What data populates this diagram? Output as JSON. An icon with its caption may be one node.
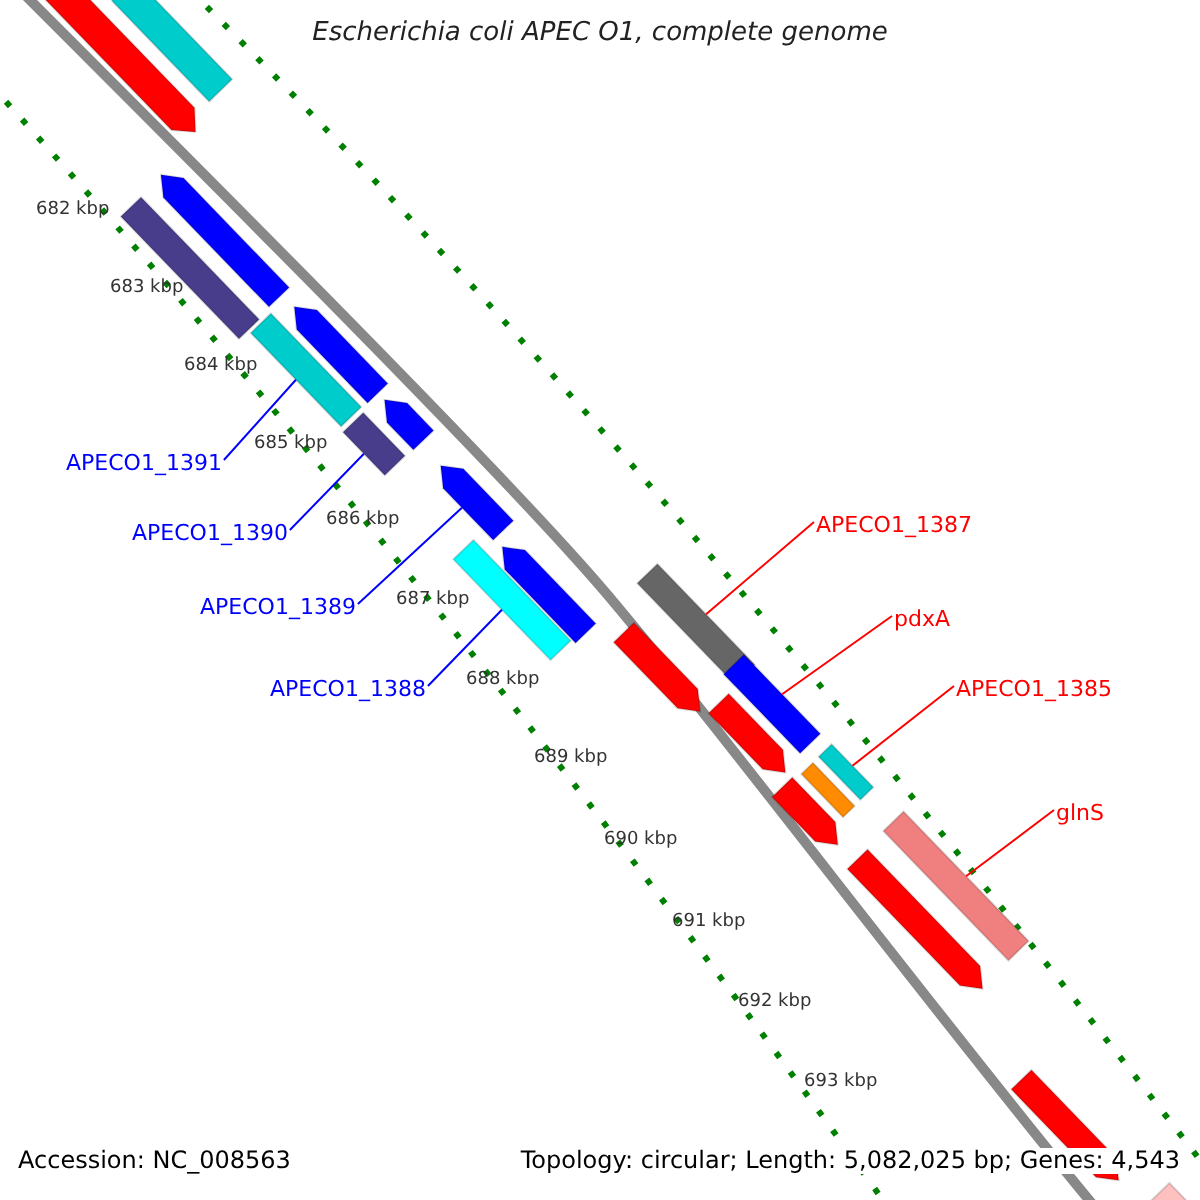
{
  "diagram": {
    "title": "Escherichia coli APEC O1, complete genome",
    "nodes": [
      {
        "text": [
          "APECO1_1391"
        ]
      },
      {
        "text": [
          "APECO1_1390"
        ]
      },
      {
        "text": [
          "APECO1_1389"
        ]
      },
      {
        "text": [
          "APECO1_1388"
        ]
      },
      {
        "text": [
          "APECO1_1387"
        ]
      },
      {
        "text": [
          "pdxA"
        ]
      },
      {
        "text": [
          "APECO1_1385"
        ]
      },
      {
        "text": [
          "glnS"
        ]
      },
      {
        "text": [],
        "shape": "bar"
      },
      {
        "text": [],
        "shape": "bar"
      },
      {
        "text": [],
        "shape": "bar"
      },
      {
        "text": [],
        "shape": "bar"
      },
      {
        "text": [],
        "shape": "bar"
      },
      {
        "text": [],
        "shape": "bar"
      },
      {
        "text": [],
        "shape": "bar"
      },
      {
        "text": [],
        "shape": "bar"
      },
      {
        "text": [],
        "shape": "bar"
      },
      {
        "text": [],
        "shape": "bar"
      },
      {
        "text": [],
        "shape": "bar"
      },
      {
        "text": [],
        "shape": "bar"
      },
      {
        "text": [],
        "shape": "bar"
      },
      {
        "text": [],
        "shape": "bar"
      },
      {
        "text": [],
        "shape": "bar"
      },
      {
        "text": [],
        "shape": "bar"
      },
      {
        "text": [],
        "shape": "bar"
      },
      {
        "text": [],
        "shape": "bar"
      },
      {
        "text": [],
        "shape": "bar"
      },
      {
        "text": [],
        "shape": "bar"
      },
      {
        "text": [],
        "shape": "bar"
      },
      {
        "text": [],
        "shape": "bar"
      }
    ],
    "edges": [
      {
        "from": 0,
        "to": 13,
        "arrow": "none"
      },
      {
        "from": 1,
        "to": 15,
        "arrow": "none"
      },
      {
        "from": 2,
        "to": 16,
        "arrow": "none"
      },
      {
        "from": 3,
        "to": 18,
        "arrow": "none"
      },
      {
        "from": 4,
        "to": 19,
        "arrow": "none",
        "color": "#ff0000"
      },
      {
        "from": 5,
        "to": 21,
        "arrow": "none",
        "color": "#ff0000"
      },
      {
        "from": 6,
        "to": 23,
        "arrow": "none",
        "color": "#ff0000"
      },
      {
        "from": 7,
        "to": 26,
        "arrow": "none",
        "color": "#ff0000"
      }
    ],
    "labels": [
      "682 kbp",
      "683 kbp",
      "684 kbp",
      "685 kbp",
      "686 kbp",
      "687 kbp",
      "688 kbp",
      "689 kbp",
      "690 kbp",
      "691 kbp",
      "692 kbp",
      "693 kbp",
      "Accession: NC_008563",
      "Topology: circular; Length: 5,082,025 bp; Genes: 4,543"
    ]
  }
}
